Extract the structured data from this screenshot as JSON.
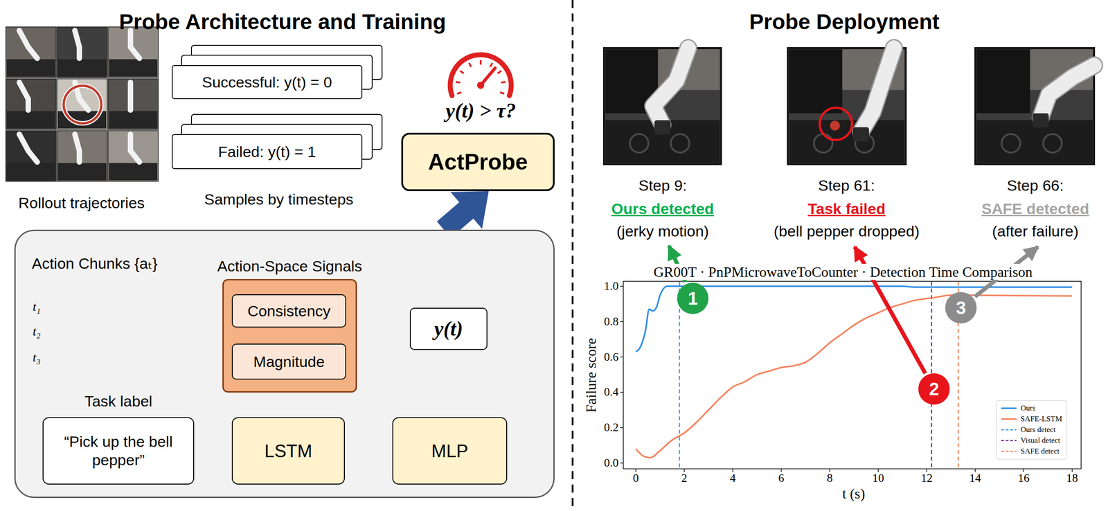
{
  "diagram": {
    "nodes": [
      {
        "text": [
          "Successful: y(t) = 0"
        ]
      },
      {
        "text": [
          "Failed: y(t) = 1"
        ]
      },
      {
        "text": [
          "ActProbe"
        ]
      },
      {
        "text": [
          "Action Chunks {aₜ}"
        ]
      },
      {
        "text": [
          "Action-Space Signals"
        ],
        "in": 3
      },
      {
        "text": [
          "Consistency"
        ],
        "in": 4
      },
      {
        "text": [
          "Magnitude"
        ],
        "in": 4
      },
      {
        "text": [
          "y(t)"
        ],
        "in": 3
      },
      {
        "text": [
          "Task label",
          "“Pick up the bell pepper”"
        ],
        "in": 3
      },
      {
        "text": [
          "LSTM"
        ],
        "in": 3
      },
      {
        "text": [
          "MLP"
        ],
        "in": 3
      },
      {
        "text": [
          "1"
        ]
      },
      {
        "text": [
          "2"
        ]
      },
      {
        "text": [
          "3"
        ]
      }
    ],
    "edges": [
      {
        "from": 3,
        "to": 2,
        "arrow": "to"
      },
      {
        "from": 4,
        "to": 9,
        "arrow": "to"
      },
      {
        "from": 4,
        "to": 10,
        "arrow": "to"
      },
      {
        "from": 8,
        "to": 9,
        "arrow": "to"
      },
      {
        "from": 9,
        "to": 10,
        "arrow": "to"
      },
      {
        "from": 10,
        "to": 7,
        "arrow": "to"
      }
    ],
    "labels": [
      "Probe Architecture and Training",
      "Rollout trajectories",
      "Samples by timesteps",
      "y(t) > τ?",
      "t₁",
      "t₂",
      "t₃",
      "Probe Deployment",
      "Step 9:",
      "Ours detected",
      "(jerky motion)",
      "Step 61:",
      "Task failed",
      "(bell pepper dropped)",
      "Step 66:",
      "SAFE detected",
      "(after failure)",
      "GR00T · PnPMicrowaveToCounter · Detection Time Comparison",
      "Failure score",
      "t (s)",
      "0.0",
      "0.2",
      "0.4",
      "0.6",
      "0.8",
      "1.0",
      "0",
      "2",
      "4",
      "6",
      "8",
      "10",
      "12",
      "14",
      "16",
      "18"
    ],
    "legend": [
      {
        "text": "Ours"
      },
      {
        "text": "SAFE-LSTM"
      },
      {
        "text": "Ours detect"
      },
      {
        "text": "Visual detect"
      },
      {
        "text": "SAFE detect"
      }
    ]
  }
}
